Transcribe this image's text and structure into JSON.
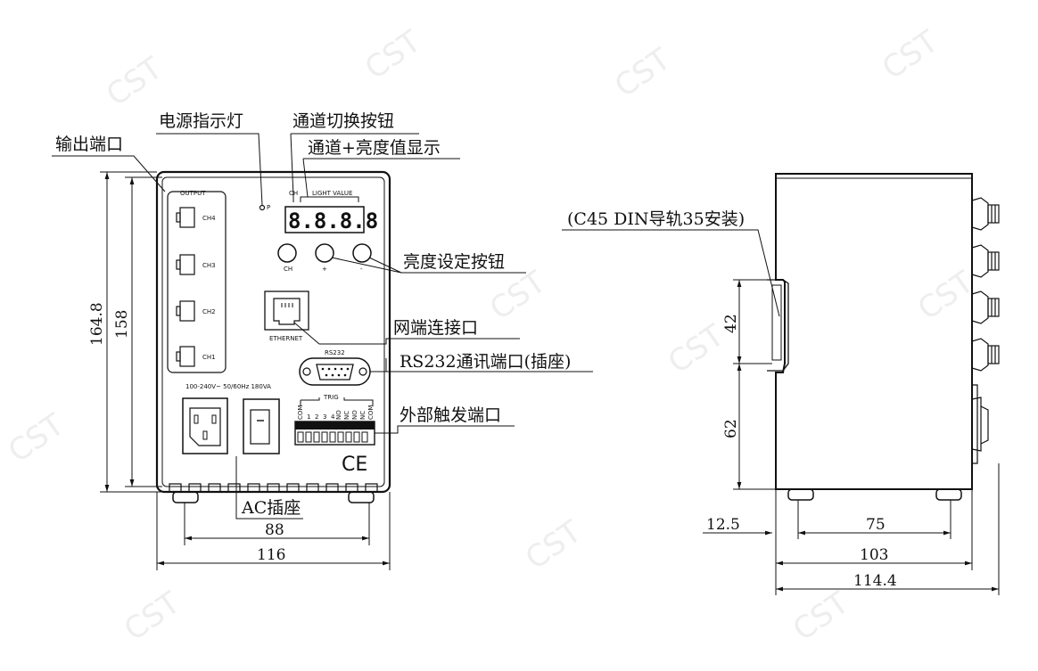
{
  "watermark": "CST",
  "front_panel": {
    "output_title": "OUTPUT",
    "channels": [
      "CH4",
      "CH3",
      "CH2",
      "CH1"
    ],
    "power_led_label": "P",
    "ch_label": "CH",
    "light_value_label": "LIGHT VALUE",
    "display_digits": "8.8.8.8",
    "ch_button_label": "CH",
    "plus_label": "+",
    "minus_label": "-",
    "ethernet_label": "ETHERNET",
    "rs232_label": "RS232",
    "power_spec": "100-240V~ 50/60Hz 180VA",
    "trig_title": "TRIG",
    "trig_pins": [
      "COM",
      "1",
      "2",
      "3",
      "4",
      "NO",
      "NC",
      "NO",
      "NC",
      "COM"
    ],
    "ce_mark": "CE"
  },
  "callouts": {
    "power_indicator": "电源指示灯",
    "channel_switch_button": "通道切换按钮",
    "channel_brightness_display": "通道+亮度值显示",
    "output_port": "输出端口",
    "brightness_buttons": "亮度设定按钮",
    "network_port": "网端连接口",
    "rs232_port": "RS232通讯端口(插座)",
    "external_trigger_port": "外部触发端口",
    "ac_socket": "AC插座",
    "din_rail": "(C45 DIN导轨35安装)"
  },
  "dimensions": {
    "front_height_outer": "164.8",
    "front_height_inner": "158",
    "front_width_inner": "88",
    "front_width_outer": "116",
    "side_rail_upper": "42",
    "side_rail_lower": "62",
    "side_offset": "12.5",
    "side_feet_span": "75",
    "side_body_depth": "103",
    "side_total_depth": "114.4"
  }
}
